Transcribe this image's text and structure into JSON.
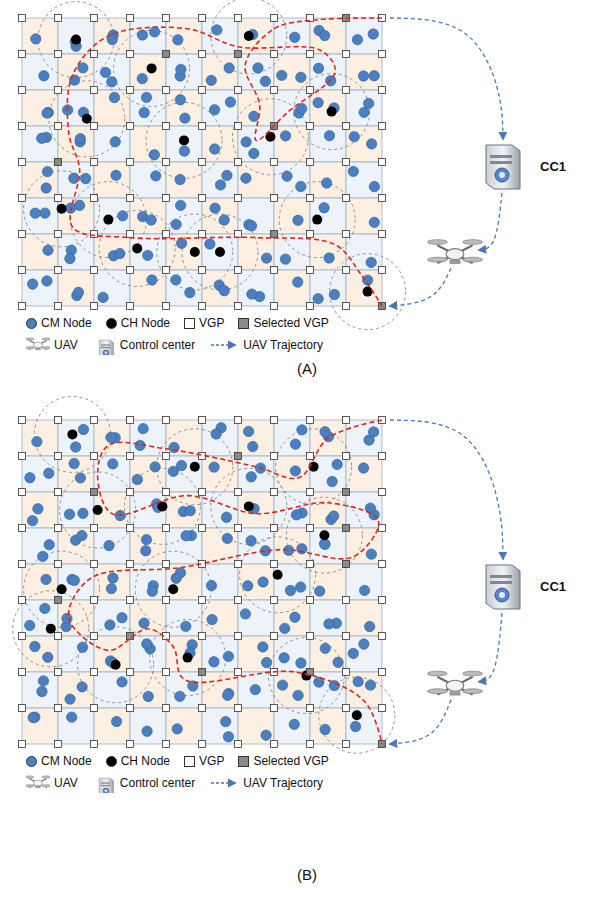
{
  "diagram": {
    "labels": [
      "(A)",
      "(B)",
      "CC1",
      "CC1"
    ],
    "legend": [
      {
        "text": "CM Node",
        "color": "#4a7fc1"
      },
      {
        "text": "CH Node",
        "color": "#000000"
      },
      {
        "text": "VGP",
        "color": "#ffffff"
      },
      {
        "text": "Selected VGP",
        "color": "#8a8a8a"
      },
      {
        "text": "UAV"
      },
      {
        "text": "Control center"
      },
      {
        "text": "UAV Trajectory"
      },
      {
        "text": "CM Node",
        "color": "#4a7fc1"
      },
      {
        "text": "CH Node",
        "color": "#000000"
      },
      {
        "text": "VGP",
        "color": "#ffffff"
      },
      {
        "text": "Selected VGP",
        "color": "#8a8a8a"
      },
      {
        "text": "UAV"
      },
      {
        "text": "Control center"
      },
      {
        "text": "UAV Trajectory"
      }
    ]
  }
}
